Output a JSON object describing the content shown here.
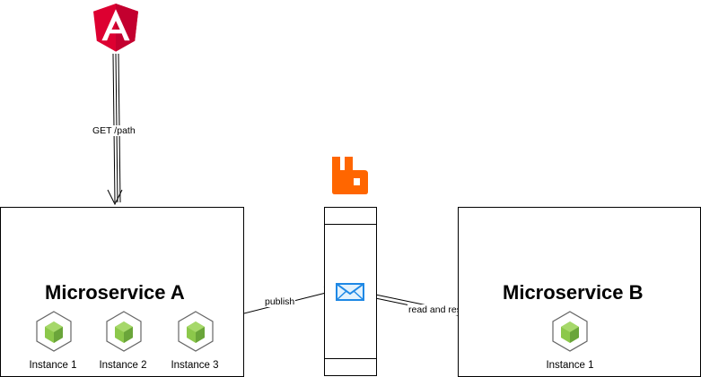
{
  "diagram": {
    "edges": {
      "get_label": "GET /path",
      "publish_label": "publish",
      "read_label": "read and respond"
    },
    "service_a": {
      "title": "Microservice A",
      "instances": [
        "Instance 1",
        "Instance 2",
        "Instance 3"
      ]
    },
    "service_b": {
      "title": "Microservice B",
      "instances": [
        "Instance 1"
      ]
    },
    "icons": {
      "frontend": "angular-logo-icon",
      "broker": "rabbitmq-logo-icon",
      "message": "envelope-icon",
      "instance": "nodejs-hexagon-icon"
    },
    "colors": {
      "angular": "#dd0031",
      "rabbitmq": "#ff6600",
      "nodejs": "#8cc84b",
      "envelope": "#1e88e5"
    }
  }
}
